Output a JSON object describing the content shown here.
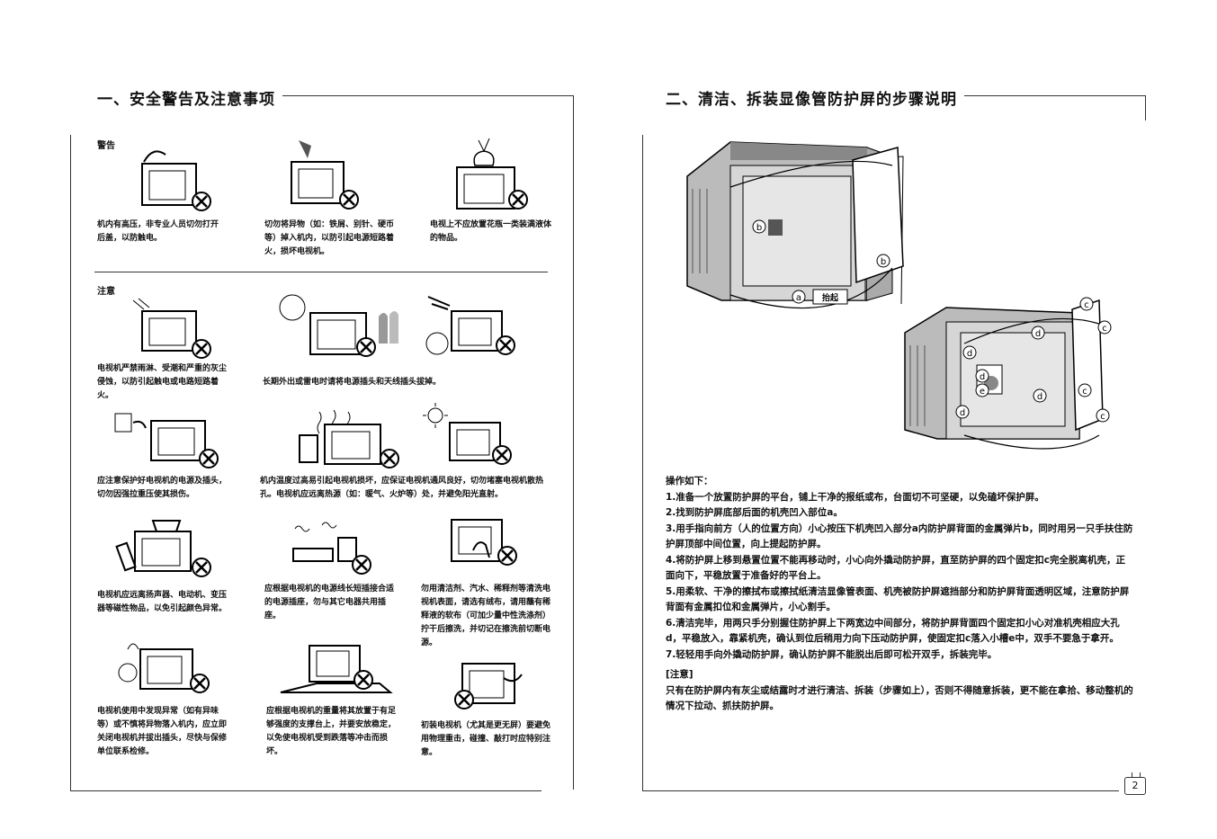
{
  "left": {
    "title": "一、安全警告及注意事项",
    "warning_label": "警告",
    "caution_label": "注意",
    "warnings": [
      "机内有高压，非专业人员切勿打开后盖，以防触电。",
      "切勿将异物（如：铁屑、别针、硬币等）掉入机内，以防引起电源短路着火，损坏电视机。",
      "电视上不应放置花瓶一类装满液体的物品。"
    ],
    "cautions": [
      "电视机严禁雨淋、受潮和严重的灰尘侵蚀，以防引起触电或电路短路着火。",
      "长期外出或雷电时请将电源插头和天线插头拔掉。",
      "应注意保护好电视机的电源及插头，切勿因强拉重压使其损伤。",
      "机内温度过高易引起电视机损坏，应保证电视机通风良好，切勿堵塞电视机散热孔。电视机应远离热源（如：暖气、火炉等）处，并避免阳光直射。",
      "电视机应远离扬声器、电动机、变压器等磁性物品，以免引起颜色异常。",
      "应根据电视机的电源线长短插接合适的电源插座，勿与其它电器共用插座。",
      "勿用清洁剂、汽水、稀释剂等清洗电视机表面，请选有绒布，请用蘸有稀释液的软布（可加少量中性洗涤剂）拧干后擦洗，并切记在擦洗前切断电源。",
      "电视机使用中发现异常（如有异味等）或不慎将异物落入机内，应立即关闭电视机并拔出插头，尽快与保修单位联系检修。",
      "应根据电视机的重量将其放置于有足够强度的支撑台上，并要安放稳定，以免使电视机受到跌落等冲击而损坏。",
      "初装电视机（尤其是更无屏）要避免用物理重击，碰撞、敲打时应特别注意。"
    ]
  },
  "right": {
    "title": "二、清洁、拆装显像管防护屏的步骤说明",
    "diagram_labels": [
      "b",
      "a",
      "b",
      "c",
      "c",
      "d",
      "d",
      "d",
      "d",
      "e",
      "c",
      "c",
      "d"
    ],
    "lift_label": "抬起",
    "ops_title": "操作如下：",
    "steps": [
      "1.准备一个放置防护屏的平台，铺上干净的报纸或布，台面切不可坚硬，以免磕坏保护屏。",
      "2.找到防护屏底部后面的机壳凹入部位a。",
      "3.用手指向前方（人的位置方向）小心按压下机壳凹入部分a内防护屏背面的金属弹片b，同时用另一只手扶住防护屏顶部中间位置，向上提起防护屏。",
      "4.将防护屏上移到悬置位置不能再移动时，小心向外撬动防护屏，直至防护屏的四个固定扣c完全脱离机壳，正面向下，平稳放置于准备好的平台上。",
      "5.用柔软、干净的擦拭布或擦拭纸清洁显像管表面、机壳被防护屏遮挡部分和防护屏背面透明区域，注意防护屏背面有金属扣位和金属弹片，小心割手。",
      "6.清洁完毕，用两只手分别握住防护屏上下两宽边中间部分，将防护屏背面四个固定扣小心对准机壳相应大孔d，平稳放入，靠紧机壳，确认到位后稍用力向下压动防护屏，使固定扣c落入小槽e中，双手不要急于拿开。",
      "7.轻轻用手向外撬动防护屏，确认防护屏不能脱出后即可松开双手，拆装完毕。"
    ],
    "note_title": "[注意]",
    "note_text": "只有在防护屏内有灰尘或结露时才进行清洁、拆装（步骤如上），否则不得随意拆装，更不能在拿拾、移动整机的情况下拉动、抓扶防护屏。",
    "page_number": "2"
  }
}
